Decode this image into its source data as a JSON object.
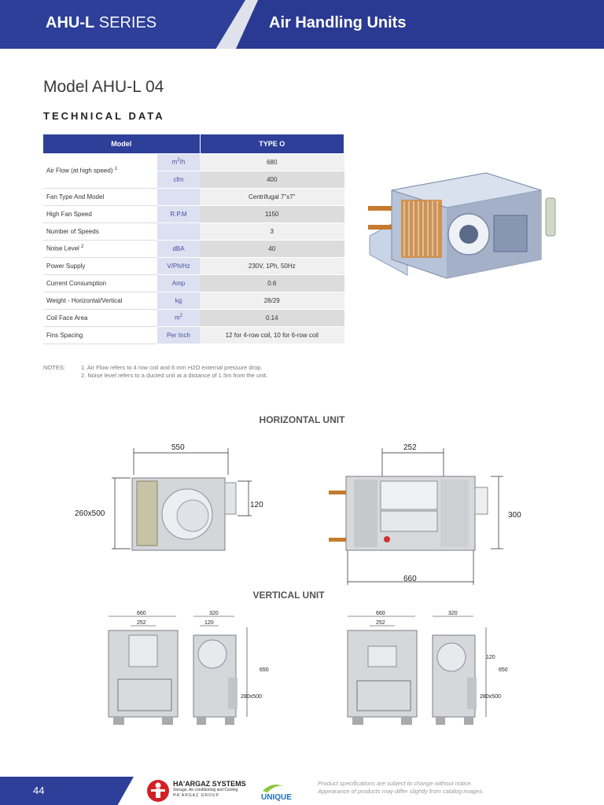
{
  "header": {
    "series_bold": "AHU-L",
    "series_light": "SERIES",
    "title": "Air Handling Units"
  },
  "model_title": "Model AHU-L 04",
  "tech_title": "TECHNICAL DATA",
  "table": {
    "col_model": "Model",
    "col_type": "TYPE O",
    "rows": [
      {
        "label": "Air Flow (at high speed)",
        "sup": "1",
        "unit": "m3/h",
        "value": "680"
      },
      {
        "label": "",
        "unit": "cfm",
        "value": "400"
      },
      {
        "label": "Fan Type And Model",
        "unit": "",
        "value": "Centrifugal 7\"x7\""
      },
      {
        "label": "High Fan Speed",
        "unit": "R.P.M",
        "value": "1150"
      },
      {
        "label": "Number of Speeds",
        "unit": "",
        "value": "3"
      },
      {
        "label": "Noise Level",
        "sup": "2",
        "unit": "dBA",
        "value": "40"
      },
      {
        "label": "Power Supply",
        "unit": "V/Ph/Hz",
        "value": "230V, 1Ph, 50Hz"
      },
      {
        "label": "Current Consumption",
        "unit": "Amp",
        "value": "0.6"
      },
      {
        "label": "Weight - Horizontal/Vertical",
        "unit": "kg",
        "value": "28/29"
      },
      {
        "label": "Coil Face Area",
        "unit": "m2",
        "value": "0.14"
      },
      {
        "label": "Fins Spacing",
        "unit": "Per Inch",
        "value": "12 for 4-row coil, 10 for 6-row coil"
      }
    ]
  },
  "notes": {
    "tag": "NOTES:",
    "items": [
      "1.  Air Flow refers to 4 row coil and 6 mm H2O external pressure drop.",
      "2.  Noise level refers to a ducted unit at a distance of 1.5m from the unit."
    ]
  },
  "horizontal": {
    "label": "HORIZONTAL UNIT",
    "left_dims": {
      "width": "550",
      "height": "260x500",
      "side": "120"
    },
    "right_dims": {
      "top": "252",
      "height": "300",
      "bottom": "660"
    }
  },
  "vertical": {
    "label": "VERTICAL UNIT",
    "dims": {
      "w1": "660",
      "w2": "320",
      "inner1": "252",
      "inner2": "120",
      "h": "650",
      "side": "280x500"
    }
  },
  "footer": {
    "page": "44",
    "company": "HA'ARGAZ SYSTEMS",
    "tagline": "Storage, Air conditioning and Cooling",
    "group": "HA'ARGAZ GROUP",
    "brand": "UNIQUE",
    "disclaimer_1": "Product specifications are subject to change without notice.",
    "disclaimer_2": "Appearance of products may differ slightly from catalog images."
  },
  "colors": {
    "brand_blue": "#2d3f99",
    "unique_blue": "#1d6fc0"
  }
}
